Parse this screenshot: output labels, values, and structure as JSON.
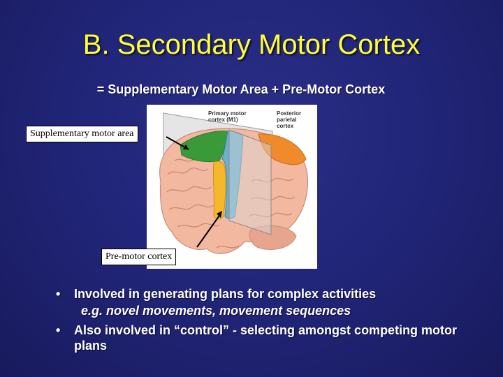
{
  "slide": {
    "title": "B. Secondary Motor Cortex",
    "subtitle": "= Supplementary Motor Area + Pre-Motor Cortex"
  },
  "figure": {
    "labels": {
      "primary_motor_cortex": "Primary motor\ncortex (M1)",
      "posterior_parietal_cortex": "Posterior\nparietal\ncortex"
    },
    "callouts": {
      "supplementary_motor_area": "Supplementary motor area",
      "premotor_cortex": "Pre-motor cortex"
    },
    "colors": {
      "brain": "#f2b8a0",
      "supplementary_motor_area": "#3a9a3a",
      "primary_motor_cortex": "#6bb0cc",
      "premotor_cortex": "#f5b82a",
      "posterior_parietal_cortex": "#f08a2a"
    }
  },
  "bullets": {
    "item1": "Involved in generating plans for complex activities",
    "item1_example": "e.g.  novel movements, movement sequences",
    "item2": "Also involved in “control” - selecting amongst competing motor plans"
  },
  "theme": {
    "title_color": "#ffff33",
    "background": "#22267a"
  }
}
